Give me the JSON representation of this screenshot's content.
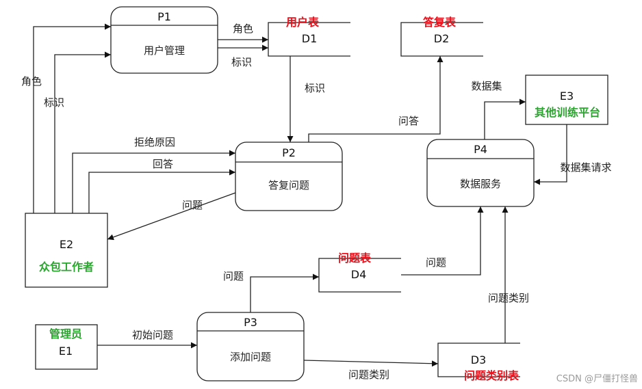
{
  "processes": {
    "p1": {
      "id": "P1",
      "name": "用户管理"
    },
    "p2": {
      "id": "P2",
      "name": "答复问题"
    },
    "p3": {
      "id": "P3",
      "name": "添加问题"
    },
    "p4": {
      "id": "P4",
      "name": "数据服务"
    }
  },
  "stores": {
    "d1": {
      "id": "D1",
      "name": "用户表"
    },
    "d2": {
      "id": "D2",
      "name": "答复表"
    },
    "d3": {
      "id": "D3",
      "name": "问题类别表"
    },
    "d4": {
      "id": "D4",
      "name": "问题表"
    }
  },
  "entities": {
    "e1": {
      "id": "E1",
      "name": "管理员"
    },
    "e2": {
      "id": "E2",
      "name": "众包工作者"
    },
    "e3": {
      "id": "E3",
      "name": "其他训练平台"
    }
  },
  "flows": {
    "e2_p1_role": "角色",
    "e2_p1_id": "标识",
    "p1_d1_role": "角色",
    "p1_d1_id": "标识",
    "d1_p2_id": "标识",
    "p2_d2_answer": "问答",
    "e2_p2_reject": "拒绝原因",
    "e2_p2_answer": "回答",
    "p2_e2_question": "问题",
    "p4_e3_dataset": "数据集",
    "e3_p4_request": "数据集请求",
    "d4_p4_question": "问题",
    "p3_d4_question": "问题",
    "e1_p3_initial": "初始问题",
    "p3_d3_category": "问题类别",
    "d3_p4_category": "问题类别"
  },
  "watermark": "CSDN @尸僵打怪兽"
}
